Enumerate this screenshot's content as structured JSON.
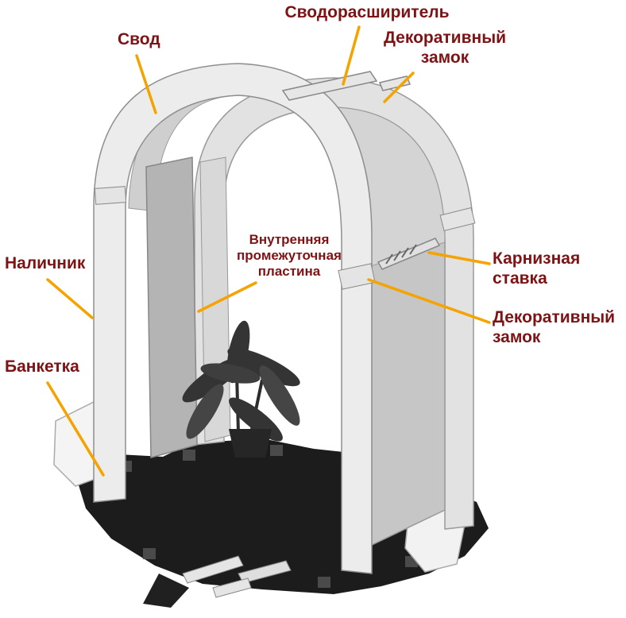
{
  "labels": {
    "svod": "Свод",
    "svodorasshiritel": "Сводорасширитель",
    "dekorativny_zamok_top": "Декоративный\nзамок",
    "nalichnik": "Наличник",
    "vnutrennyaya_plastina": "Внутренняя\nпромежуточная\nпластина",
    "banketka": "Банкетка",
    "karniznaya_stavka": "Карнизная\nставка",
    "dekorativny_zamok_right": "Декоративный\nзамок"
  },
  "colors": {
    "label_text": "#7E1315",
    "leader_line": "#F5A300"
  }
}
